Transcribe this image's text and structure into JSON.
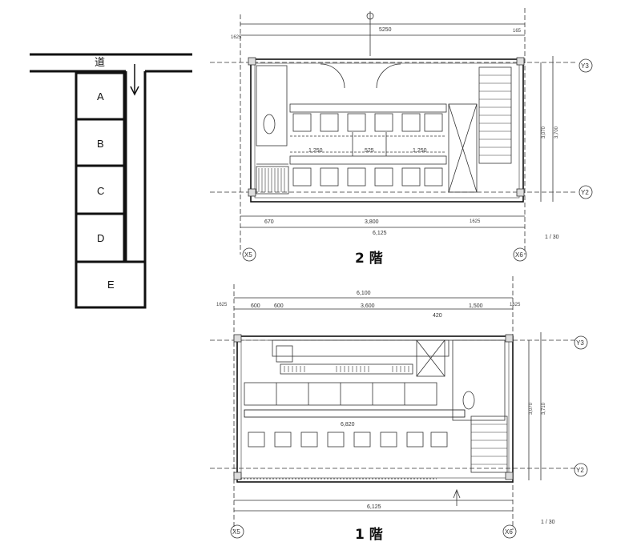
{
  "site_map": {
    "road": "道",
    "lots": [
      "A",
      "B",
      "C",
      "D",
      "E"
    ]
  },
  "floor2": {
    "title": "2 階",
    "scale": "1 / 30",
    "dims": {
      "total_top": "5250",
      "total_bottom": "6,125",
      "left_offset": "1625",
      "right_offset": "165",
      "bottom_a": "670",
      "bottom_b": "3,800",
      "bottom_c": "1625",
      "mid_a": "1,250",
      "mid_b": "525",
      "mid_c": "1,250",
      "side_total": "3,700",
      "side_a": "3,070"
    },
    "axes": {
      "left": "X5",
      "right": "X6",
      "top": "Y3",
      "bottom": "Y2"
    }
  },
  "floor1": {
    "title": "1 階",
    "scale": "1 / 30",
    "dims": {
      "total_top": "6,100",
      "seg_a": "600",
      "seg_b": "600",
      "seg_c": "3,600",
      "seg_d": "1,500",
      "left_offset": "1625",
      "right_offset": "1625",
      "inner": "6,820",
      "total_bottom": "6,125",
      "side_total": "3,710",
      "side_a": "3,070",
      "note": "420"
    },
    "axes": {
      "left": "X5",
      "right": "X6",
      "top": "Y3",
      "bottom": "Y2"
    }
  }
}
